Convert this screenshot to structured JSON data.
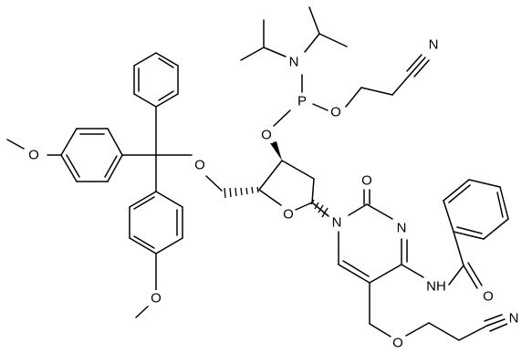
{
  "atoms": {
    "ome_top": "O",
    "ome_bottom": "O",
    "o_trityl_ether": "O",
    "o_ring": "O",
    "o_3prime": "O",
    "p": "P",
    "n_amine": "N",
    "o_cyanoethyl": "O",
    "n_nitrile_top": "N",
    "n1_cytosine": "N",
    "o2_carbonyl": "O",
    "n3_cytosine": "N",
    "nh_amide": "NH",
    "o_benzoyl": "O",
    "o_side_ether": "O",
    "n_nitrile_bottom": "N"
  },
  "colors": {
    "line": "#000000",
    "background": "#ffffff"
  }
}
